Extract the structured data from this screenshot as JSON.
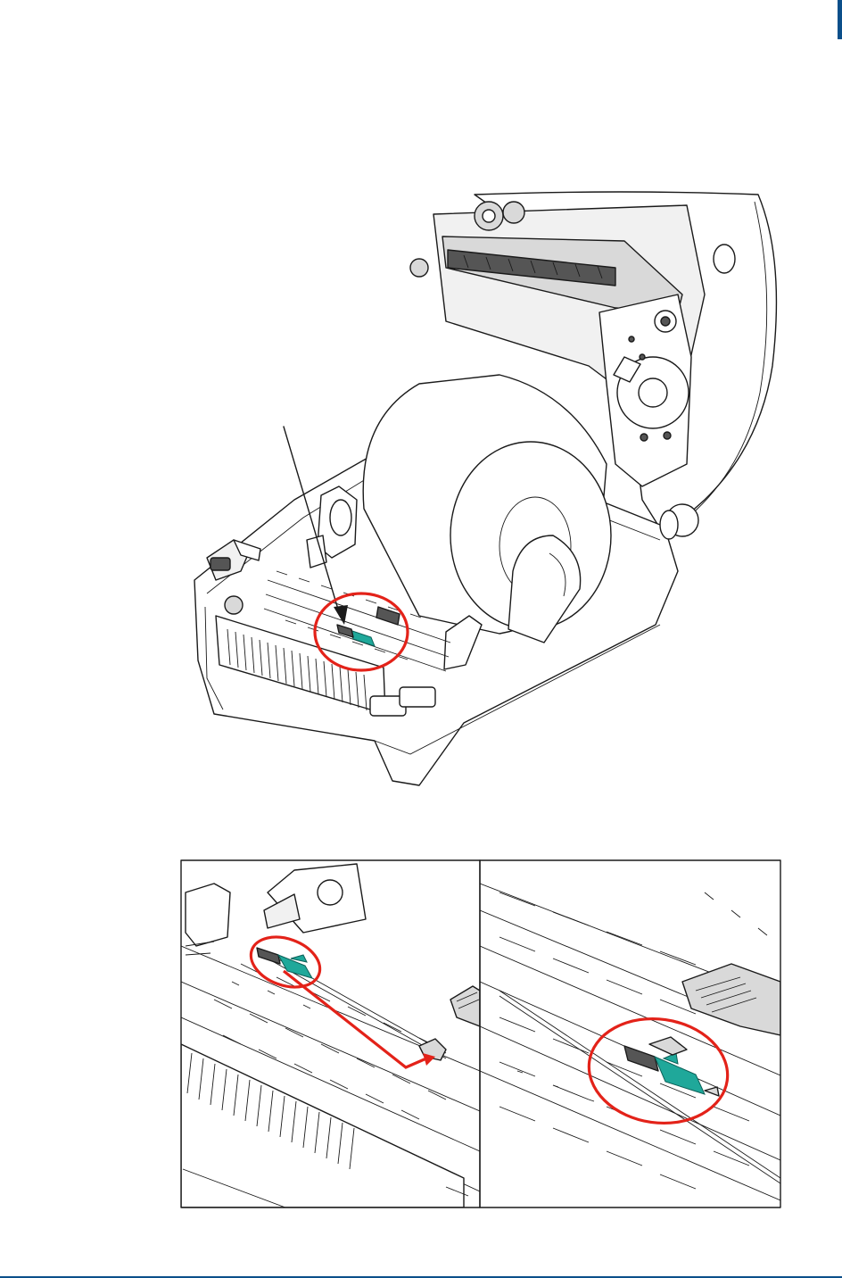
{
  "colors": {
    "accent_blue": "#0b4f8a",
    "highlight_red": "#e32219",
    "sensor_teal": "#1fa89a"
  },
  "figures": {
    "main": "printer-open-with-media-roll",
    "details": [
      "sensor-slide-from-position",
      "sensor-slide-centered-position"
    ]
  }
}
